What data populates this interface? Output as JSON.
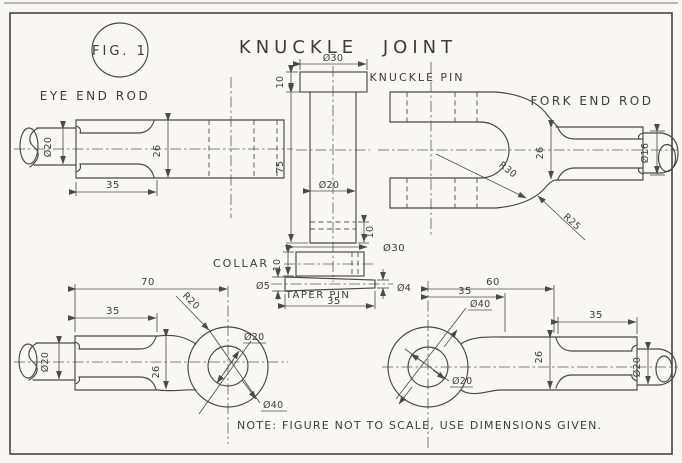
{
  "figure": {
    "fig_label": "FIG. 1",
    "title": "KNUCKLE JOINT",
    "note": "NOTE: FIGURE NOT TO SCALE, USE DIMENSIONS GIVEN."
  },
  "labels": {
    "eye_end_rod": "EYE END ROD",
    "knuckle_pin": "KNUCKLE PIN",
    "fork_end_rod": "FORK END ROD",
    "collar": "COLLAR",
    "taper_pin": "TAPER PIN"
  },
  "dims": {
    "eye_side": {
      "rod_dia": "Ø20",
      "flat_h": "26",
      "flat_len": "35"
    },
    "pin": {
      "head_dia": "Ø30",
      "head_h": "10",
      "length": "75",
      "shank_dia": "Ø20",
      "tail": "10",
      "collar_od": "Ø30"
    },
    "collar": {
      "height": "10"
    },
    "taper_pin": {
      "big_dia": "Ø5",
      "small_dia": "Ø4",
      "length": "35"
    },
    "fork_side": {
      "flat_h": "26",
      "outer_r": "R30",
      "inner_r": "R25",
      "rod_dia": "Ø16"
    },
    "eye_top": {
      "center_len": "70",
      "flat_len": "35",
      "rod_dia": "Ø20",
      "flat_h": "26",
      "eye_r": "R20",
      "hole_dia": "Ø20",
      "boss_dia": "Ø40"
    },
    "fork_top": {
      "center_len": "60",
      "neck_len": "35",
      "boss_dia": "Ø40",
      "flat_len": "35",
      "flat_h": "26",
      "hole_dia": "Ø20",
      "rod_dia": "Ø20"
    }
  },
  "colors": {
    "paper": "#f8f7f3",
    "ink": "#474747"
  }
}
